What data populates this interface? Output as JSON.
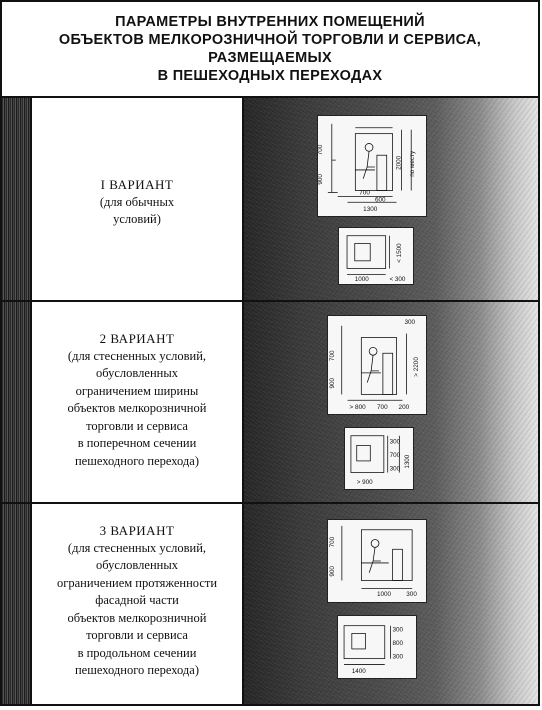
{
  "title": {
    "line1": "ПАРАМЕТРЫ ВНУТРЕННИХ ПОМЕЩЕНИЙ",
    "line2": "ОБЪЕКТОВ МЕЛКОРОЗНИЧНОЙ ТОРГОВЛИ И СЕРВИСА,",
    "line3": "РАЗМЕЩАЕМЫХ",
    "line4": "В ПЕШЕХОДНЫХ ПЕРЕХОДАХ"
  },
  "variants": [
    {
      "name": "I ВАРИАНТ",
      "lines": [
        "(для обычных",
        "условий)"
      ],
      "section": {
        "d1": "900",
        "d2": "700",
        "d3": "2000",
        "d4": "по месту",
        "d5": "700",
        "d6": "600",
        "d7": "1300"
      },
      "plan": {
        "d1": "< 1500",
        "d2": "1000",
        "d3": "< 300"
      }
    },
    {
      "name": "2 ВАРИАНТ",
      "lines": [
        "(для стесненных условий,",
        "обусловленных",
        "ограничением ширины",
        "объектов мелкорозничной",
        "торговли и сервиса",
        "в поперечном сечении",
        "пешеходного перехода)"
      ],
      "section": {
        "d1": "300",
        "d2": "900",
        "d3": "700",
        "d4": "> 2200",
        "d5": "> 800",
        "d6": "700",
        "d7": "200"
      },
      "plan": {
        "d1": "300",
        "d2": "700",
        "d3": "300",
        "d4": "1300",
        "d5": "> 900"
      }
    },
    {
      "name": "3 ВАРИАНТ",
      "lines": [
        "(для стесненных условий,",
        "обусловленных",
        "ограничением протяженности",
        "фасадной части",
        "объектов мелкорозничной",
        "торговли и сервиса",
        "в продольном сечении",
        "пешеходного перехода)"
      ],
      "section": {
        "d1": "900",
        "d2": "700",
        "d3": "1000",
        "d4": "300"
      },
      "plan": {
        "d1": "300",
        "d2": "800",
        "d3": "300",
        "d4": "1400"
      }
    }
  ]
}
